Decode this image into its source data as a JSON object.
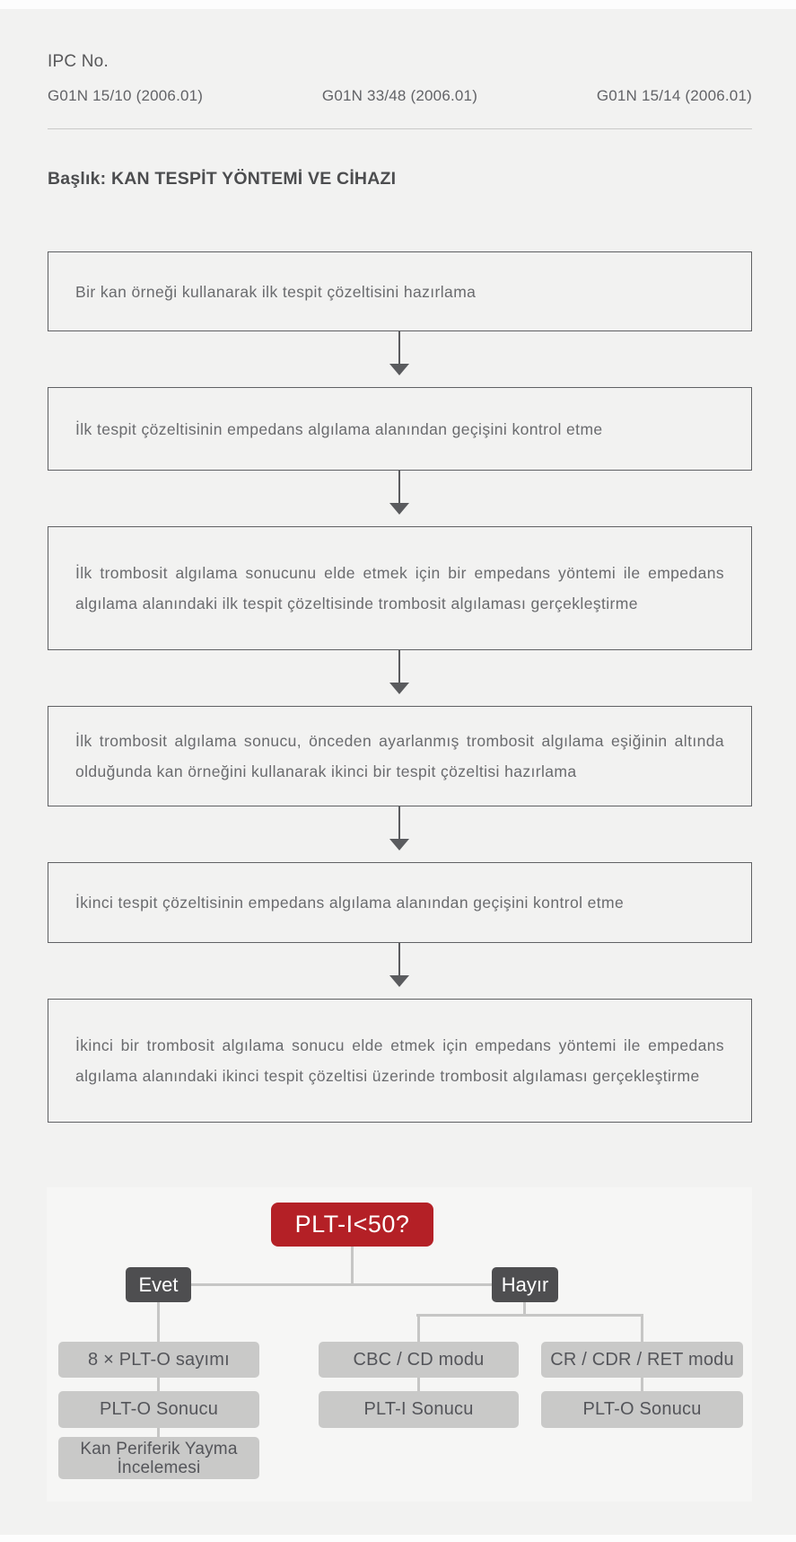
{
  "header": {
    "ipc_label": "IPC No.",
    "ipc_codes": [
      "G01N 15/10 (2006.01)",
      "G01N 33/48 (2006.01)",
      "G01N 15/14 (2006.01)"
    ],
    "title": "Başlık: KAN TESPİT YÖNTEMİ VE CİHAZI"
  },
  "flowchart": {
    "steps": [
      "Bir kan örneği kullanarak ilk tespit çözeltisini hazırlama",
      "İlk tespit çözeltisinin empedans algılama alanından geçişini kontrol etme",
      "İlk trombosit algılama sonucunu elde etmek için bir empedans yöntemi ile empedans algılama alanındaki ilk tespit çözeltisinde trombosit algılaması gerçekleştirme",
      "İlk trombosit algılama sonucu, önceden ayarlanmış trombosit algılama eşiğinin altında olduğunda kan örneğini kullanarak ikinci bir tespit çözeltisi hazırlama",
      "İkinci tespit çözeltisinin empedans algılama alanından geçişini kontrol etme",
      "İkinci bir trombosit algılama sonucu elde etmek için empedans yöntemi ile empedans algılama alanındaki ikinci tespit çözeltisi üzerinde trombosit algılaması gerçekleştirme"
    ]
  },
  "decision_tree": {
    "root_question": "PLT-I<50?",
    "yes_label": "Evet",
    "no_label": "Hayır",
    "yes_branch": [
      "8 × PLT-O sayımı",
      "PLT-O Sonucu",
      "Kan Periferik Yayma İncelemesi"
    ],
    "no_branch_cbc": [
      "CBC / CD modu",
      "PLT-I Sonucu"
    ],
    "no_branch_ret": [
      "CR / CDR / RET modu",
      "PLT-O Sonucu"
    ]
  },
  "colors": {
    "accent_red": "#b42026",
    "dark_pill": "#4e4e50",
    "gray_box": "#c9c9c8"
  }
}
